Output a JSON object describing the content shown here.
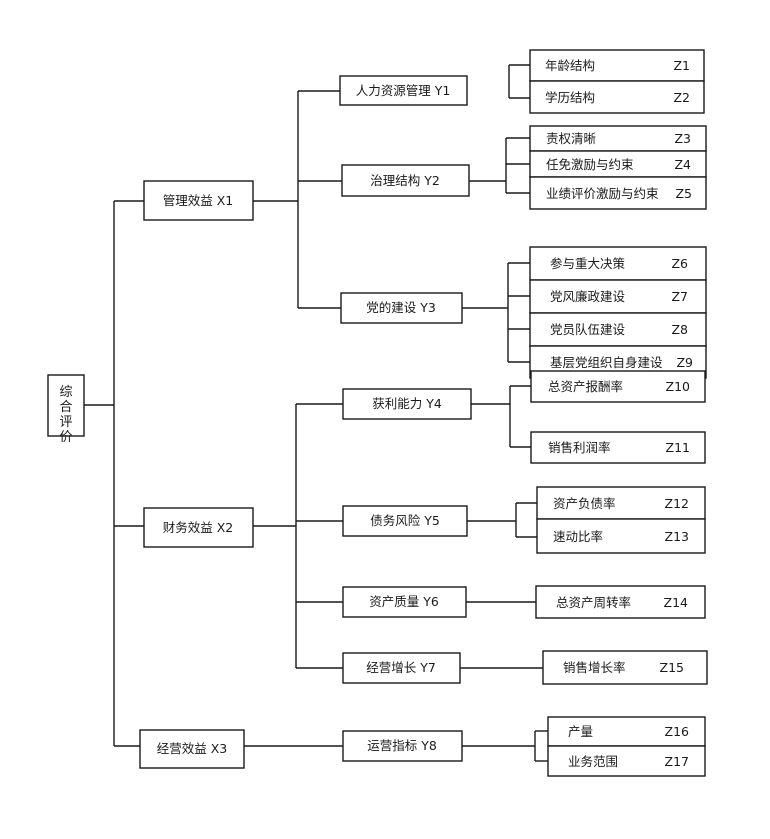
{
  "root": {
    "text": [
      "综",
      "合",
      "评",
      "价"
    ]
  },
  "level1": [
    {
      "id": "x1",
      "text": "管理效益  X1"
    },
    {
      "id": "x2",
      "text": "财务效益  X2"
    },
    {
      "id": "x3",
      "text": "经营效益  X3"
    }
  ],
  "level2": [
    {
      "id": "y1",
      "text": "人力资源管理  Y1"
    },
    {
      "id": "y2",
      "text": "治理结构  Y2"
    },
    {
      "id": "y3",
      "text": "党的建设  Y3"
    },
    {
      "id": "y4",
      "text": "获利能力  Y4"
    },
    {
      "id": "y5",
      "text": "债务风险  Y5"
    },
    {
      "id": "y6",
      "text": "资产质量  Y6"
    },
    {
      "id": "y7",
      "text": "经营增长  Y7"
    },
    {
      "id": "y8",
      "text": "运营指标  Y8"
    }
  ],
  "level3": [
    {
      "id": "z1",
      "name": "年龄结构",
      "code": "Z1"
    },
    {
      "id": "z2",
      "name": "学历结构",
      "code": "Z2"
    },
    {
      "id": "z3",
      "name": "责权清晰",
      "code": "Z3"
    },
    {
      "id": "z4",
      "name": "任免激励与约束",
      "code": "Z4"
    },
    {
      "id": "z5",
      "name": "业绩评价激励与约束",
      "code": "Z5"
    },
    {
      "id": "z6",
      "name": "参与重大决策",
      "code": "Z6"
    },
    {
      "id": "z7",
      "name": "党风廉政建设",
      "code": "Z7"
    },
    {
      "id": "z8",
      "name": "党员队伍建设",
      "code": "Z8"
    },
    {
      "id": "z9",
      "name": "基层党组织自身建设",
      "code": "Z9"
    },
    {
      "id": "z10",
      "name": "总资产报酬率",
      "code": "Z10"
    },
    {
      "id": "z11",
      "name": "销售利润率",
      "code": "Z11"
    },
    {
      "id": "z12",
      "name": "资产负债率",
      "code": "Z12"
    },
    {
      "id": "z13",
      "name": "速动比率",
      "code": "Z13"
    },
    {
      "id": "z14",
      "name": "总资产周转率",
      "code": "Z14"
    },
    {
      "id": "z15",
      "name": "销售增长率",
      "code": "Z15"
    },
    {
      "id": "z16",
      "name": "产量",
      "code": "Z16"
    },
    {
      "id": "z17",
      "name": "业务范围",
      "code": "Z17"
    }
  ]
}
